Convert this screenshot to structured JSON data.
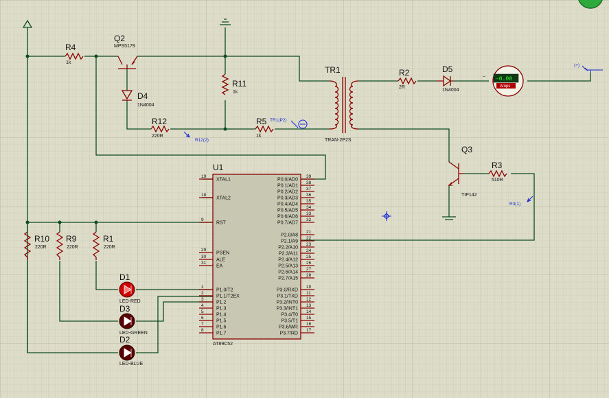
{
  "schematic": {
    "components": {
      "r4": {
        "ref": "R4",
        "value": "1k"
      },
      "q2": {
        "ref": "Q2",
        "value": "MPS5179"
      },
      "d4": {
        "ref": "D4",
        "value": "1N4004"
      },
      "r11": {
        "ref": "R11",
        "value": "1k"
      },
      "r12": {
        "ref": "R12",
        "value": "220R"
      },
      "r5": {
        "ref": "R5",
        "value": "1k"
      },
      "tr1": {
        "ref": "TR1",
        "value": "TRAN-2P2S"
      },
      "r2": {
        "ref": "R2",
        "value": "2R"
      },
      "d5": {
        "ref": "D5",
        "value": "1N4004"
      },
      "q3": {
        "ref": "Q3",
        "value": "TIP142"
      },
      "r3": {
        "ref": "R3",
        "value": "510R"
      },
      "u1": {
        "ref": "U1",
        "value": "AT89C52"
      },
      "r10": {
        "ref": "R10",
        "value": "220R"
      },
      "r9": {
        "ref": "R9",
        "value": "220R"
      },
      "r1": {
        "ref": "R1",
        "value": "220R"
      },
      "d1": {
        "ref": "D1",
        "value": "LED-RED"
      },
      "d3": {
        "ref": "D3",
        "value": "LED-GREEN"
      },
      "d2": {
        "ref": "D2",
        "value": "LED-BLUE"
      }
    },
    "probes": {
      "r12": "R12(2)",
      "tr1": "TR1(P2)",
      "r3": "R3(1)",
      "terminal": "(+)"
    },
    "ammeter": {
      "display": "-0.00",
      "unit": "Amps"
    },
    "mcu_left_pins": [
      {
        "num": "19",
        "name": "XTAL1"
      },
      {
        "num": "18",
        "name": "XTAL2"
      },
      {
        "num": "9",
        "name": "RST"
      },
      {
        "num": "29",
        "name": "PSEN"
      },
      {
        "num": "30",
        "name": "ALE"
      },
      {
        "num": "31",
        "name": "EA"
      },
      {
        "num": "1",
        "name": "P1.0/T2"
      },
      {
        "num": "2",
        "name": "P1.1/T2EX"
      },
      {
        "num": "3",
        "name": "P1.2"
      },
      {
        "num": "4",
        "name": "P1.3"
      },
      {
        "num": "5",
        "name": "P1.4"
      },
      {
        "num": "6",
        "name": "P1.5"
      },
      {
        "num": "7",
        "name": "P1.6"
      },
      {
        "num": "8",
        "name": "P1.7"
      }
    ],
    "mcu_right_pins": [
      {
        "num": "39",
        "name": "P0.0/AD0"
      },
      {
        "num": "38",
        "name": "P0.1/AD1"
      },
      {
        "num": "37",
        "name": "P0.2/AD2"
      },
      {
        "num": "36",
        "name": "P0.3/AD3"
      },
      {
        "num": "35",
        "name": "P0.4/AD4"
      },
      {
        "num": "34",
        "name": "P0.5/AD5"
      },
      {
        "num": "33",
        "name": "P0.6/AD6"
      },
      {
        "num": "32",
        "name": "P0.7/AD7"
      },
      {
        "num": "21",
        "name": "P2.0/A8"
      },
      {
        "num": "22",
        "name": "P2.1/A9"
      },
      {
        "num": "23",
        "name": "P2.2/A10"
      },
      {
        "num": "24",
        "name": "P2.3/A11"
      },
      {
        "num": "25",
        "name": "P2.4/A12"
      },
      {
        "num": "26",
        "name": "P2.5/A13"
      },
      {
        "num": "27",
        "name": "P2.6/A14"
      },
      {
        "num": "28",
        "name": "P2.7/A15"
      },
      {
        "num": "10",
        "name": "P3.0/RXD"
      },
      {
        "num": "11",
        "name": "P3.1/TXD"
      },
      {
        "num": "12",
        "name": "P3.2/INT0"
      },
      {
        "num": "13",
        "name": "P3.3/INT1"
      },
      {
        "num": "14",
        "name": "P3.4/T0"
      },
      {
        "num": "15",
        "name": "P3.5/T1"
      },
      {
        "num": "16",
        "name": "P3.6/WR"
      },
      {
        "num": "17",
        "name": "P3.7/RD"
      }
    ],
    "colors": {
      "background": "#dcdcc8",
      "wire": "#0c4d1e",
      "component": "#8a0000",
      "chip_fill": "#c8c8b2",
      "probe": "#1a2ad8",
      "led": "#cc0000"
    }
  }
}
